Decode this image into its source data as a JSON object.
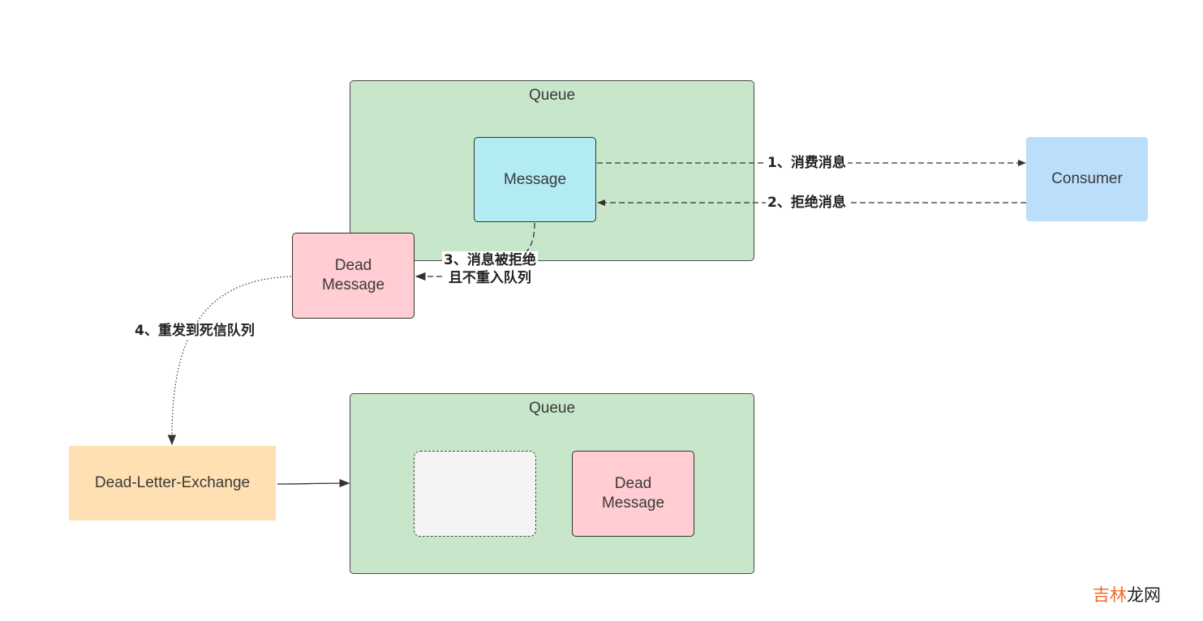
{
  "nodes": {
    "queue_top": {
      "label": "Queue"
    },
    "message": {
      "label": "Message"
    },
    "consumer": {
      "label": "Consumer"
    },
    "dead_message_top": {
      "label": "Dead\nMessage",
      "line1": "Dead",
      "line2": "Message"
    },
    "dlx": {
      "label": "Dead-Letter-Exchange"
    },
    "queue_bottom": {
      "label": "Queue"
    },
    "empty_slot": {
      "label": ""
    },
    "dead_message_bottom": {
      "line1": "Dead",
      "line2": "Message"
    }
  },
  "edges": {
    "consume": {
      "label": "1、消费消息",
      "from": "message",
      "to": "consumer",
      "style": "dashed"
    },
    "reject": {
      "label": "2、拒绝消息",
      "from": "consumer",
      "to": "message",
      "style": "dashed"
    },
    "rejected_no_requeue": {
      "line1": "3、消息被拒绝",
      "line2": "且不重入队列",
      "from": "message",
      "to": "dead_message_top",
      "style": "dashed"
    },
    "republish": {
      "label": "4、重发到死信队列",
      "from": "dead_message_top",
      "to": "dlx",
      "style": "dotted"
    },
    "route": {
      "label": "",
      "from": "dlx",
      "to": "queue_bottom",
      "style": "solid"
    }
  },
  "watermark": {
    "part1": "吉林",
    "part2": "龙网"
  },
  "colors": {
    "queue": "#c8e6c9",
    "message": "#b2ebf2",
    "dead_message": "#ffcdd2",
    "consumer": "#bbdefb",
    "dlx": "#ffe0b2",
    "empty_slot": "#f4f4f4",
    "watermark_accent": "#f26b2a"
  }
}
